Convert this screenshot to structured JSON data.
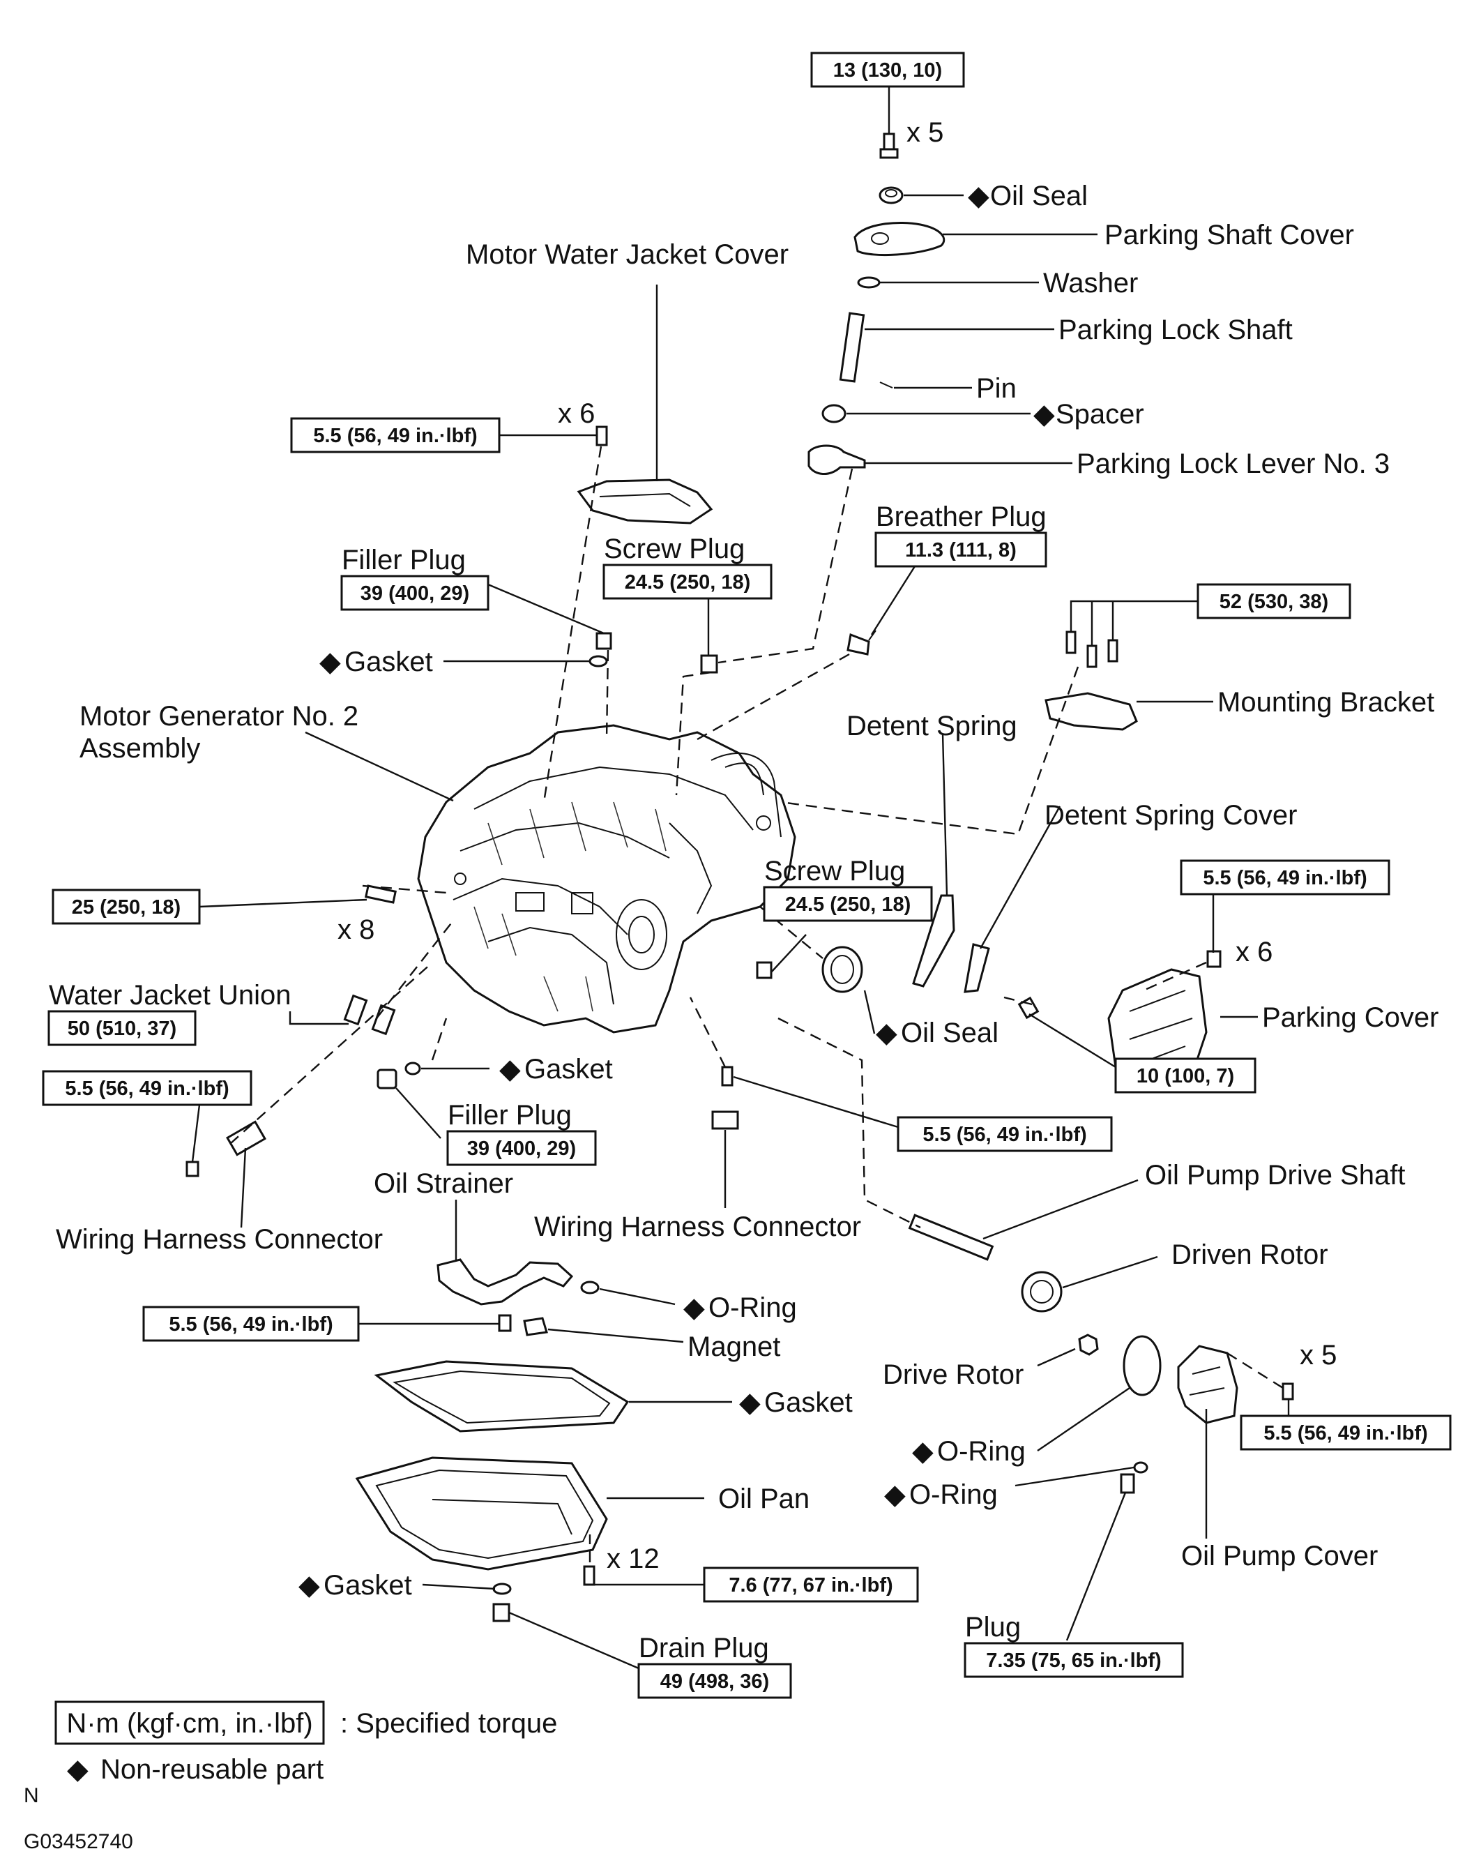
{
  "labels": {
    "oil_seal_top": "Oil Seal",
    "parking_shaft_cover": "Parking Shaft Cover",
    "washer": "Washer",
    "parking_lock_shaft": "Parking Lock Shaft",
    "pin": "Pin",
    "spacer": "Spacer",
    "parking_lock_lever": "Parking Lock Lever No. 3",
    "motor_water_jacket_cover": "Motor Water Jacket Cover",
    "breather_plug": "Breather Plug",
    "filler_plug_top": "Filler Plug",
    "screw_plug_top": "Screw Plug",
    "gasket_filler_top": "Gasket",
    "mounting_bracket": "Mounting Bracket",
    "motor_generator_line1": "Motor Generator No. 2",
    "motor_generator_line2": "Assembly",
    "detent_spring": "Detent Spring",
    "detent_spring_cover": "Detent Spring Cover",
    "screw_plug_mid": "Screw Plug",
    "water_jacket_union": "Water Jacket Union",
    "oil_seal_mid": "Oil Seal",
    "parking_cover": "Parking Cover",
    "gasket_filler_bottom": "Gasket",
    "filler_plug_bottom": "Filler Plug",
    "oil_strainer": "Oil Strainer",
    "wiring_harness_left": "Wiring Harness Connector",
    "wiring_harness_mid": "Wiring Harness Connector",
    "oil_pump_drive_shaft": "Oil Pump Drive Shaft",
    "driven_rotor": "Driven Rotor",
    "o_ring_strainer": "O-Ring",
    "magnet": "Magnet",
    "drive_rotor": "Drive Rotor",
    "gasket_pan": "Gasket",
    "o_ring_pump_1": "O-Ring",
    "o_ring_pump_2": "O-Ring",
    "oil_pan": "Oil Pan",
    "oil_pump_cover": "Oil Pump Cover",
    "gasket_drain": "Gasket",
    "plug": "Plug",
    "drain_plug": "Drain Plug"
  },
  "quantities": {
    "shaft_cover_bolts": "x 5",
    "water_jacket_bolts": "x 6",
    "case_bolts": "x 8",
    "parking_cover_bolts": "x 6",
    "pump_cover_bolts": "x 5",
    "oil_pan_bolts": "x 12"
  },
  "torques": {
    "shaft_cover": "13 (130, 10)",
    "water_jacket_cover": "5.5 (56, 49 in.·lbf)",
    "filler_plug_top": "39 (400, 29)",
    "screw_plug_top": "24.5 (250, 18)",
    "breather_plug": "11.3 (111, 8)",
    "mounting_bracket": "52 (530, 38)",
    "case_bolts": "25 (250, 18)",
    "screw_plug_mid": "24.5 (250, 18)",
    "parking_cover": "5.5 (56, 49 in.·lbf)",
    "water_jacket_union": "50 (510, 37)",
    "detent_spring_cover": "10 (100, 7)",
    "wiring_harness_left": "5.5 (56, 49 in.·lbf)",
    "filler_plug_bottom": "39 (400, 29)",
    "wiring_harness_mid": "5.5 (56, 49 in.·lbf)",
    "oil_strainer": "5.5 (56, 49 in.·lbf)",
    "pump_cover": "5.5 (56, 49 in.·lbf)",
    "oil_pan": "7.6 (77, 67 in.·lbf)",
    "plug": "7.35 (75, 65 in.·lbf)",
    "drain_plug": "49 (498, 36)"
  },
  "legend": {
    "torque_unit": "N·m (kgf·cm, in.·lbf)",
    "torque_desc": ": Specified torque",
    "nonreusable_desc": "Non-reusable part"
  },
  "corner": {
    "north": "N",
    "figure_id": "G03452740"
  }
}
